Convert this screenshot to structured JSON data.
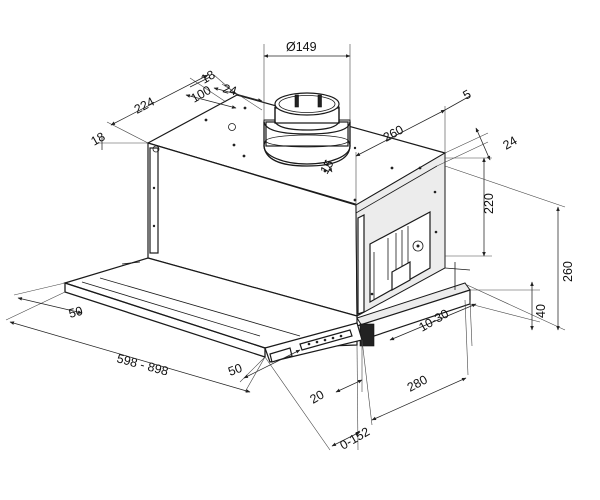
{
  "dimensions": {
    "duct_diameter": "Ø149",
    "top_18": "18",
    "top_24": "24",
    "top_100": "100",
    "top_224": "224",
    "left_18": "18",
    "right_5": "5",
    "depth_260": "260",
    "collar_15": "15",
    "side_24": "24",
    "height_220": "220",
    "height_260": "260",
    "height_40": "40",
    "range_10_30": "10-30",
    "front_50": "50",
    "width_range": "598 - 898",
    "front_50b": "50",
    "front_20": "20",
    "depth_280": "280",
    "slide_0_152": "0-152"
  }
}
